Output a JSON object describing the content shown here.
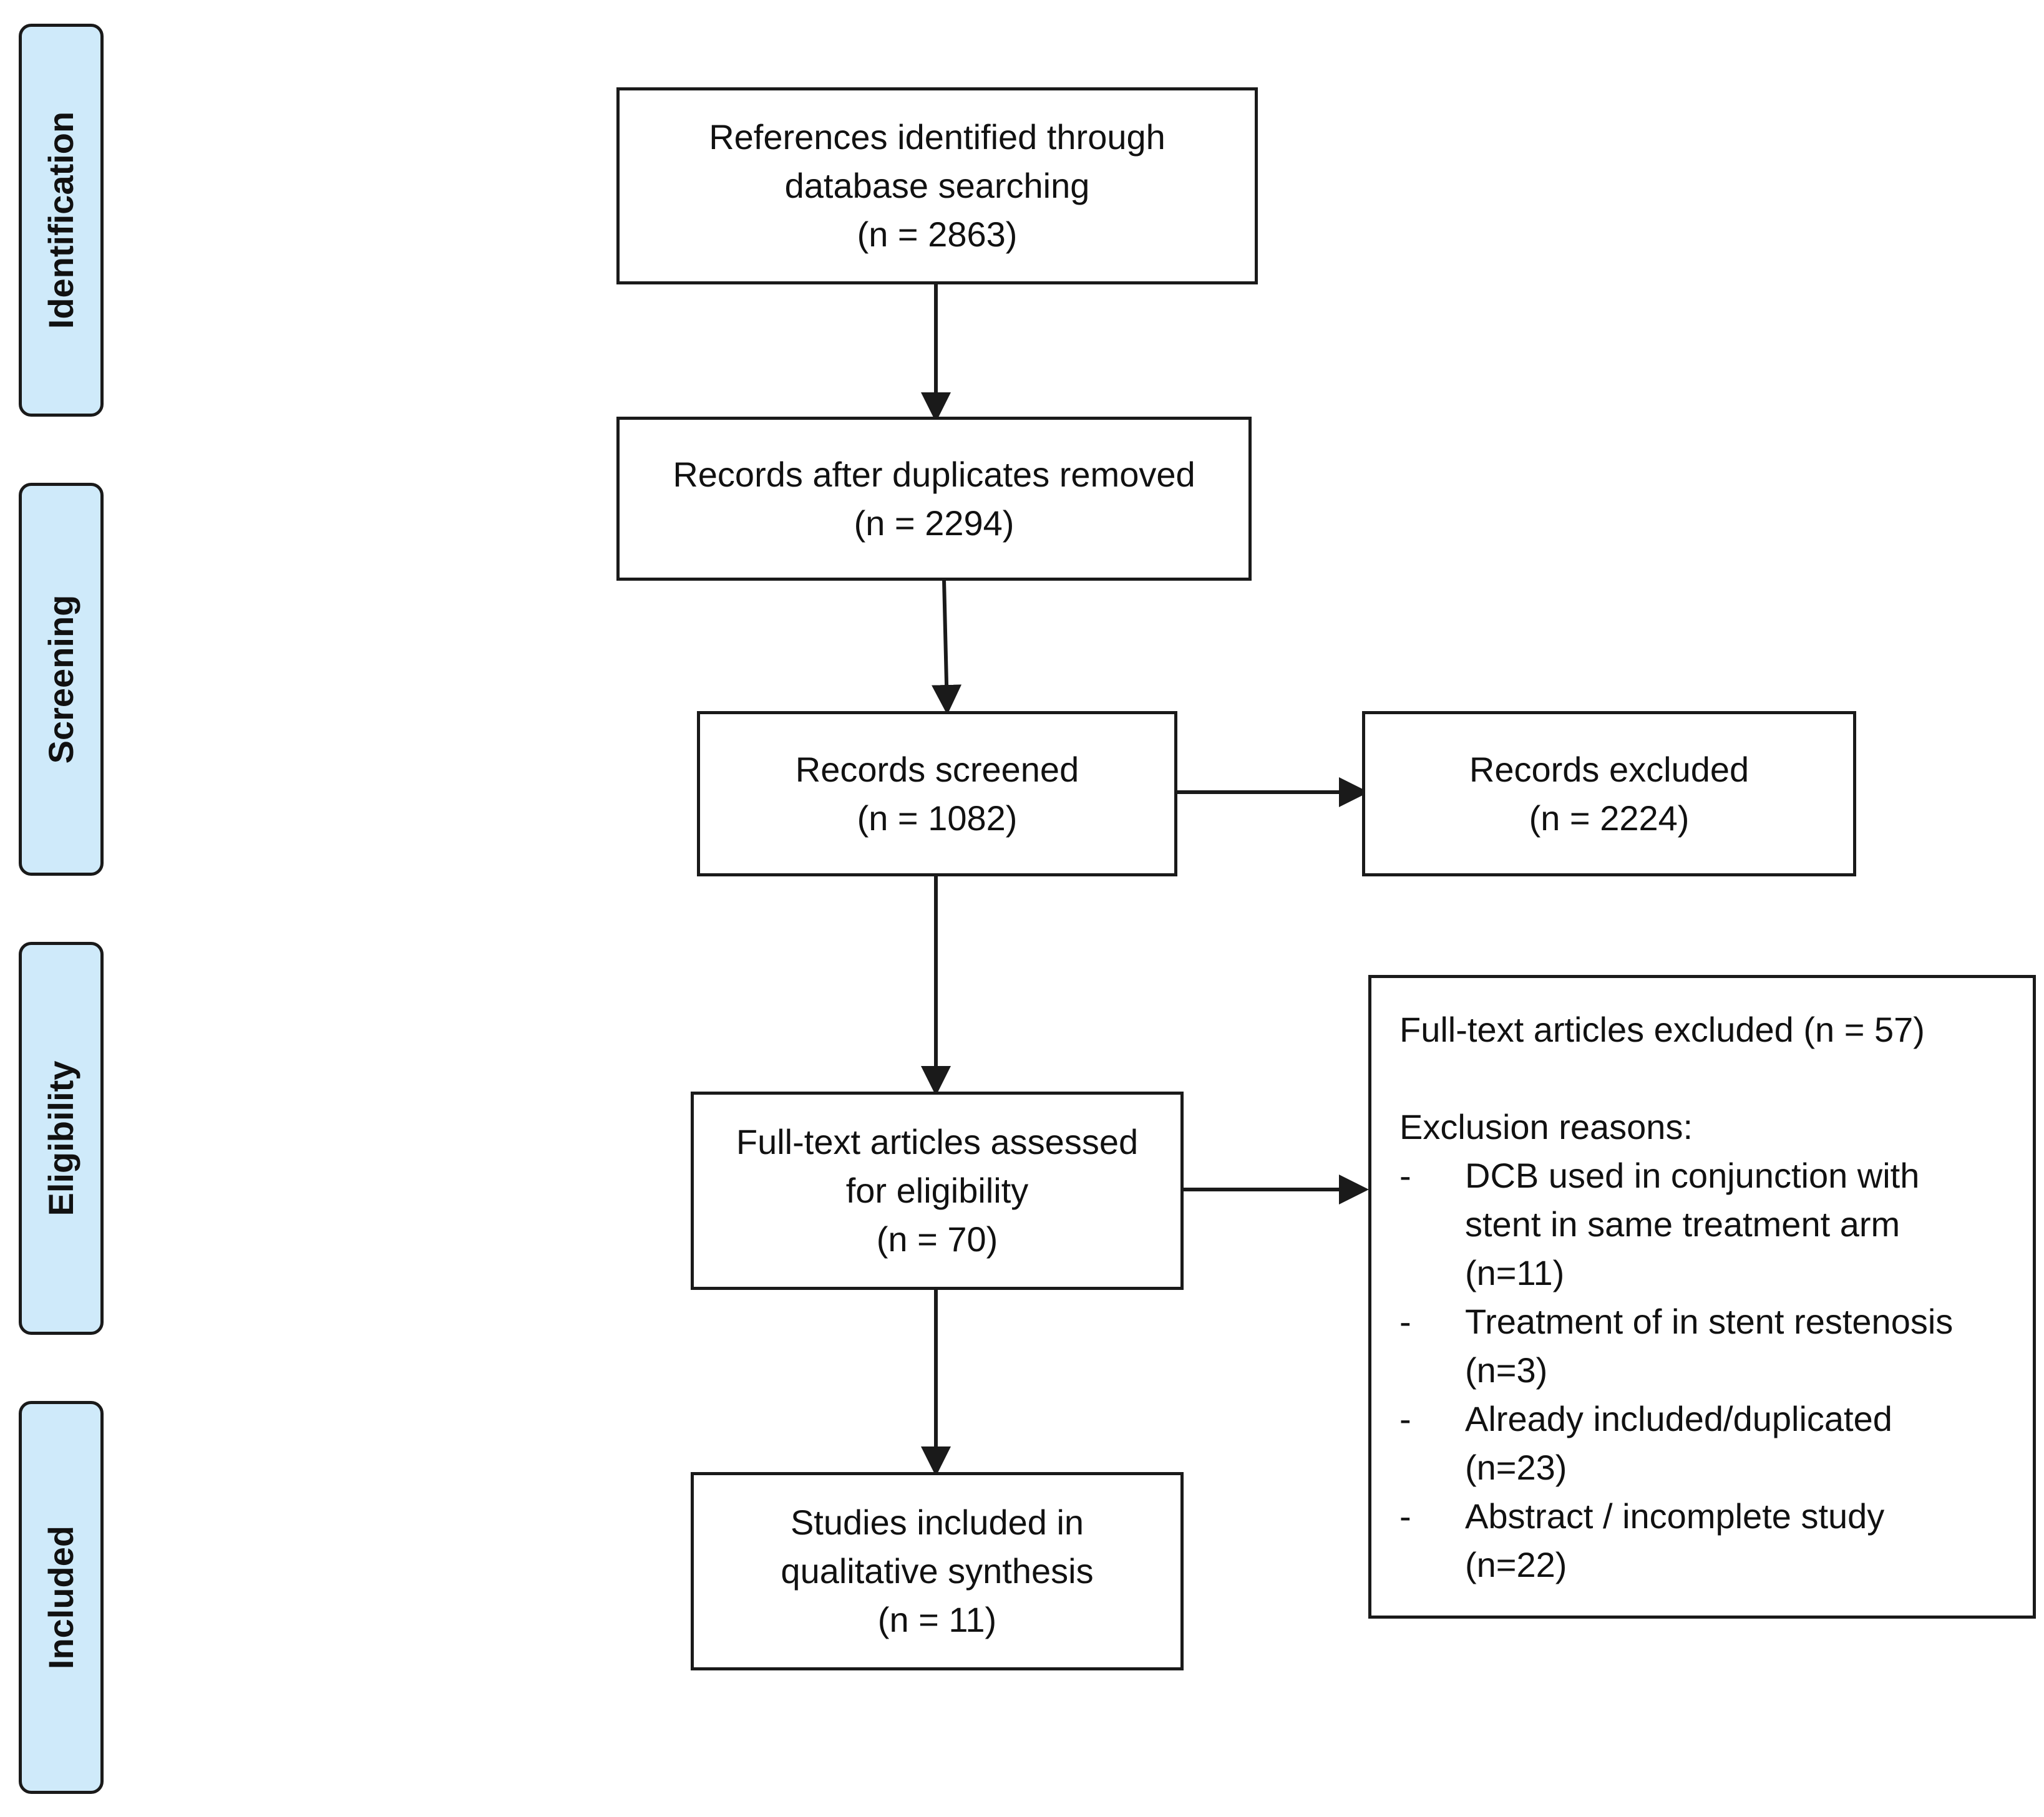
{
  "stages": {
    "identification": "Identification",
    "screening": "Screening",
    "eligibility": "Eligibility",
    "included": "Included"
  },
  "boxes": {
    "identified": {
      "line1": "References identified through",
      "line2": "database searching",
      "line3": "(n = 2863)"
    },
    "after_duplicates": {
      "line1": "Records after duplicates removed",
      "line2": "(n = 2294)"
    },
    "screened": {
      "line1": "Records screened",
      "line2": "(n = 1082)"
    },
    "records_excluded": {
      "line1": "Records excluded",
      "line2": "(n = 2224)"
    },
    "fulltext_assessed": {
      "line1": "Full-text articles assessed",
      "line2": "for eligibility",
      "line3": "(n = 70)"
    },
    "included_studies": {
      "line1": "Studies included in",
      "line2": "qualitative synthesis",
      "line3": "(n = 11)"
    }
  },
  "fulltext_excluded": {
    "heading": "Full-text articles excluded (n = 57)",
    "reasons_heading": "Exclusion reasons:",
    "bullet": "-",
    "reasons": [
      {
        "line1": "DCB used in conjunction with",
        "line2": "stent in same treatment arm",
        "line3": "(n=11)"
      },
      {
        "line1": "Treatment of in stent restenosis",
        "line2": "(n=3)"
      },
      {
        "line1": "Already included/duplicated",
        "line2": "(n=23)"
      },
      {
        "line1": "Abstract / incomplete study",
        "line2": "(n=22)"
      }
    ]
  }
}
